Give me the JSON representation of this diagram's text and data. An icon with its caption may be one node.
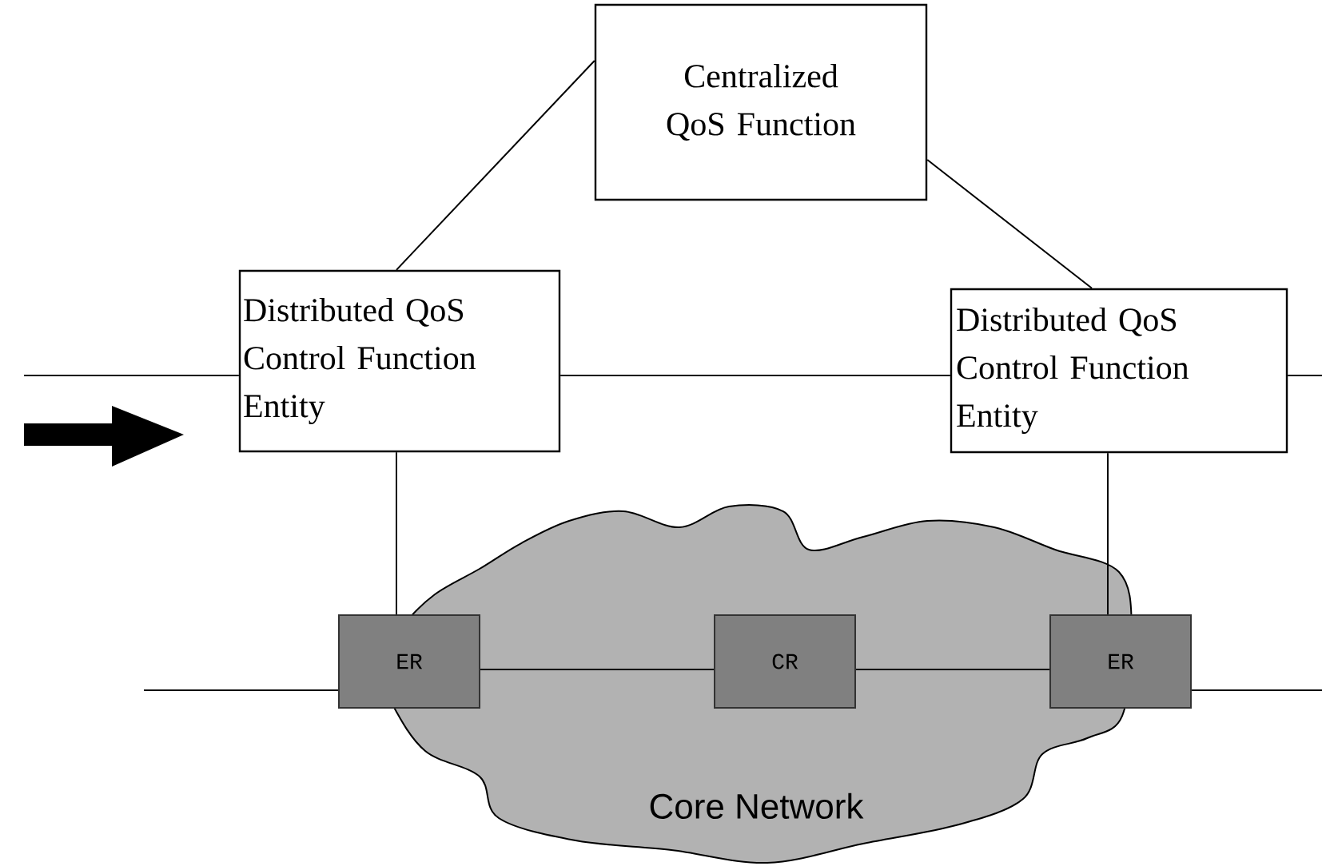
{
  "diagram": {
    "nodes": [
      {
        "text": [
          "Centralized QoS Function"
        ]
      },
      {
        "text": [
          "Distributed QoS Control Function Entity"
        ]
      },
      {
        "text": [
          "Distributed QoS Control Function Entity"
        ]
      },
      {
        "text": [
          "Core Network"
        ]
      },
      {
        "text": [
          "ER"
        ]
      },
      {
        "text": [
          "CR"
        ],
        "in": 3
      },
      {
        "text": [
          "ER"
        ]
      }
    ],
    "edges": [
      {
        "from": 0,
        "to": 1,
        "arrow": "none"
      },
      {
        "from": 0,
        "to": 2,
        "arrow": "none"
      },
      {
        "from": null,
        "to": 1,
        "arrow": "none"
      },
      {
        "from": 1,
        "to": 2,
        "arrow": "none"
      },
      {
        "from": 2,
        "to": null,
        "arrow": "none"
      },
      {
        "from": 1,
        "to": 4,
        "arrow": "none"
      },
      {
        "from": 2,
        "to": 6,
        "arrow": "none"
      },
      {
        "from": null,
        "to": 4,
        "arrow": "none"
      },
      {
        "from": 4,
        "to": 5,
        "arrow": "none"
      },
      {
        "from": 5,
        "to": 6,
        "arrow": "none"
      },
      {
        "from": 6,
        "to": null,
        "arrow": "none"
      }
    ]
  }
}
